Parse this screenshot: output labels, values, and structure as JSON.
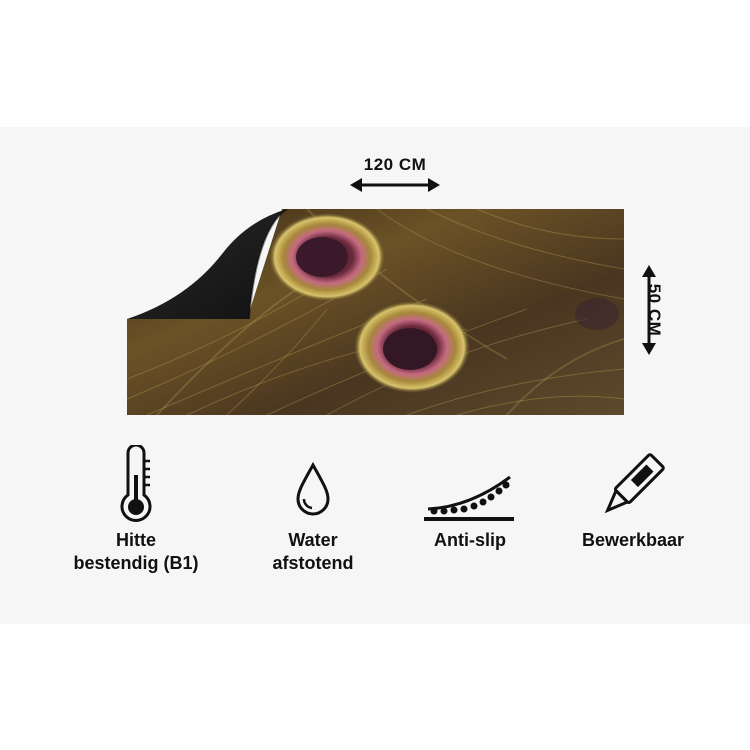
{
  "dimensions": {
    "width_label": "120 CM",
    "height_label": "50 CM"
  },
  "features": [
    {
      "icon": "thermometer-icon",
      "line1": "Hitte",
      "line2": "bestendig (B1)"
    },
    {
      "icon": "water-drop-icon",
      "line1": "Water",
      "line2": "afstotend"
    },
    {
      "icon": "anti-slip-icon",
      "line1": "Anti-slip",
      "line2": ""
    },
    {
      "icon": "cutter-knife-icon",
      "line1": "Bewerkbaar",
      "line2": ""
    }
  ]
}
